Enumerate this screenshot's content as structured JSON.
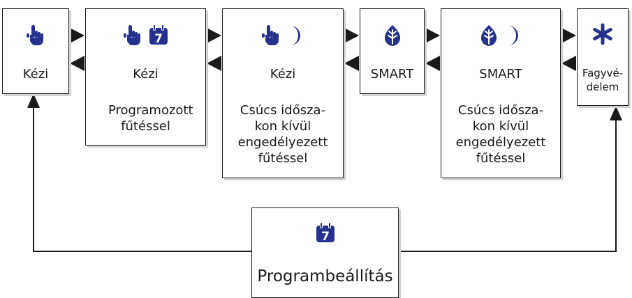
{
  "colors": {
    "icon": "#25318c",
    "line": "#1a1a1a",
    "shadow": "#d2d2d2"
  },
  "modes": [
    {
      "icons": [
        "hand-icon"
      ],
      "title": "Kézi",
      "desc": ""
    },
    {
      "icons": [
        "hand-icon",
        "calendar-icon"
      ],
      "title": "Kézi",
      "desc": "Programozott fűtéssel"
    },
    {
      "icons": [
        "hand-icon",
        "moon-icon"
      ],
      "title": "Kézi",
      "desc": "Csúcs idősza-kon kívül engedélyezett fűtéssel"
    },
    {
      "icons": [
        "leaf-icon"
      ],
      "title": "SMART",
      "desc": ""
    },
    {
      "icons": [
        "leaf-icon",
        "moon-icon"
      ],
      "title": "SMART",
      "desc": "Csúcs idősza-kon kívül engedélyezett fűtéssel"
    },
    {
      "icons": [
        "snowflake-icon"
      ],
      "title": "Fagyvé-delem",
      "desc": ""
    }
  ],
  "program": {
    "icon": "calendar-icon",
    "calendar_number": "7",
    "label": "Programbeállítás"
  }
}
